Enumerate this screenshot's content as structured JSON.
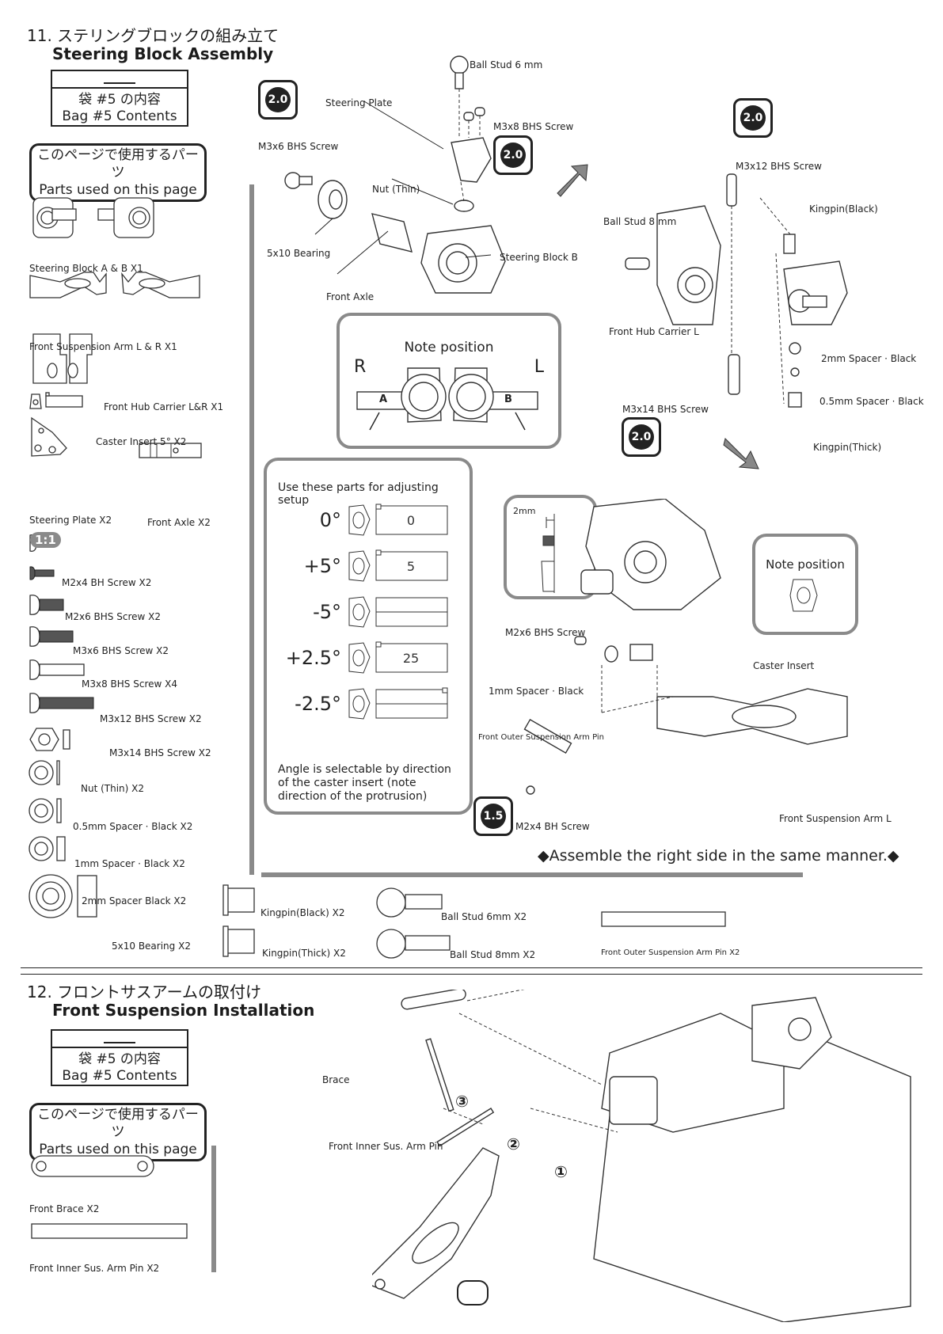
{
  "section11": {
    "title_jp": "11. ステリングブロックの組み立て",
    "title_en": "Steering Block Assembly",
    "bag_jp": "袋 #5 の内容",
    "bag_en": "Bag #5 Contents",
    "parts_jp": "このページで使用するパーツ",
    "parts_en": "Parts used on this page",
    "ratio_badge": "1:1",
    "parts_left": [
      "Steering Block A & B X1",
      "Front Suspension Arm L & R X1",
      "Front Hub Carrier L&R  X1",
      "Caster Insert 5° X2",
      "Steering Plate X2",
      "Front Axle X2",
      "M2x4 BH Screw X2",
      "M2x6 BHS Screw X2",
      "M3x6 BHS Screw X2",
      "M3x8 BHS Screw X4",
      "M3x12 BHS Screw X2",
      "M3x14 BHS Screw X2",
      "Nut (Thin) X2",
      "0.5mm Spacer · Black X2",
      "1mm Spacer · Black X2",
      "2mm Spacer  Black X2",
      "5x10 Bearing X2"
    ],
    "parts_bottom": [
      "Kingpin(Black) X2",
      "Kingpin(Thick) X2",
      "Ball Stud 6mm X2",
      "Ball Stud 8mm X2",
      "Front Outer Suspension Arm Pin X2"
    ],
    "steering_block_callouts": [
      "Ball Stud 6 mm",
      "Steering Plate",
      "M3x8 BHS Screw",
      "M3x6 BHS Screw",
      "Nut (Thin)",
      "5x10 Bearing",
      "Steering Block B",
      "Front Axle"
    ],
    "note_position": {
      "title": "Note position",
      "right": "R",
      "left": "L",
      "mark_a": "A",
      "mark_b": "B"
    },
    "hub_callouts": [
      "M3x12 BHS Screw",
      "Kingpin(Black)",
      "Ball Stud 8 mm",
      "Front Hub Carrier L",
      "2mm Spacer · Black",
      "0.5mm Spacer · Black",
      "M3x14 BHS Screw",
      "Kingpin(Thick)"
    ],
    "torque_badges": [
      "2.0",
      "2.0",
      "2.0",
      "2.0",
      "1.5"
    ],
    "setup_box": {
      "title": "Use these parts for adjusting setup",
      "angles": [
        {
          "angle": "0°",
          "insert": "0"
        },
        {
          "angle": "+5°",
          "insert": "5"
        },
        {
          "angle": "-5°",
          "insert": ""
        },
        {
          "angle": "+2.5°",
          "insert": "25"
        },
        {
          "angle": "-2.5°",
          "insert": ""
        }
      ],
      "note": "Angle is selectable by direction of the caster insert (note direction of the protrusion)"
    },
    "gap_label": "2mm",
    "arm_callouts": [
      "M2x6 BHS Screw",
      "Caster Insert",
      "1mm Spacer · Black",
      "Front Outer Suspension Arm Pin",
      "M2x4 BH Screw",
      "Front Suspension Arm L"
    ],
    "note_position2": "Note position",
    "assemble_note": "◆Assemble the right side in the same manner.◆"
  },
  "section12": {
    "title_jp": "12. フロントサスアームの取付け",
    "title_en": "Front Suspension Installation",
    "bag_jp": "袋 #5 の内容",
    "bag_en": "Bag #5 Contents",
    "parts_jp": "このページで使用するパーツ",
    "parts_en": "Parts used on this page",
    "parts_left": [
      "Front Brace X2",
      "Front Inner Sus. Arm Pin X2"
    ],
    "callouts": [
      "Brace",
      "Front Inner Sus. Arm Pin"
    ],
    "steps": [
      "③",
      "②",
      "①"
    ]
  }
}
